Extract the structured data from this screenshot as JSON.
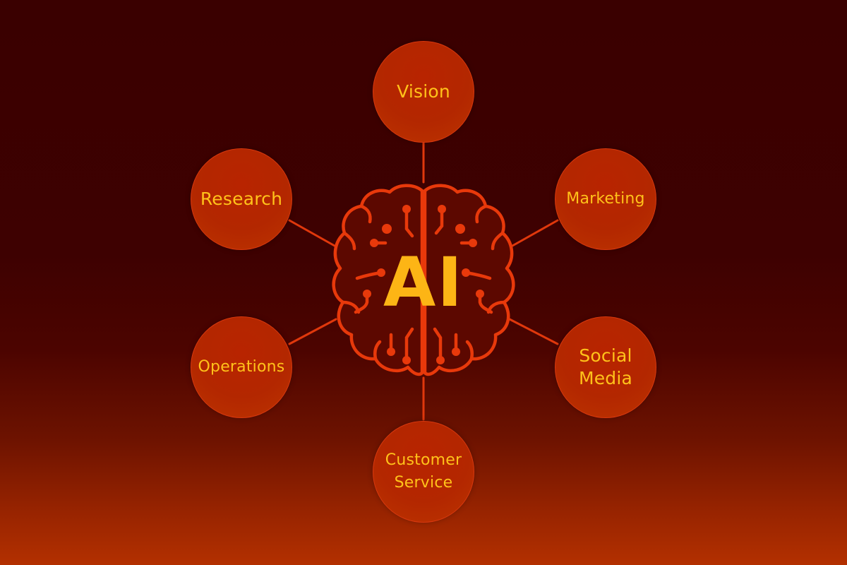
{
  "center": {
    "label": "AI",
    "icon": "brain-circuit-icon"
  },
  "nodes": [
    {
      "id": "vision",
      "line1": "Vision",
      "line2": ""
    },
    {
      "id": "marketing",
      "line1": "Marketing",
      "line2": ""
    },
    {
      "id": "social-media",
      "line1": "Social",
      "line2": "Media"
    },
    {
      "id": "customer-service",
      "line1": "Customer",
      "line2": "Service"
    },
    {
      "id": "operations",
      "line1": "Operations",
      "line2": ""
    },
    {
      "id": "research",
      "line1": "Research",
      "line2": ""
    }
  ],
  "colors": {
    "background_top": "#3a0000",
    "background_bottom": "#b33000",
    "node_fill": "#b82400",
    "line": "#e0380c",
    "text": "#ffc21a",
    "ai_text": "#fdb515"
  }
}
